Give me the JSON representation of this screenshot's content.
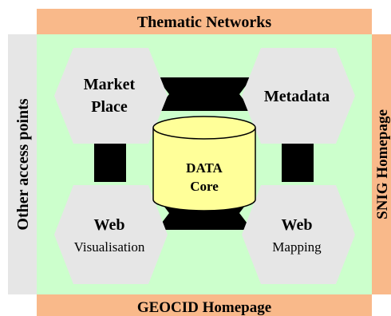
{
  "colors": {
    "frame_bar": "#F9B98A",
    "side_bar": "#E6E6E6",
    "inner_area": "#CCFFCC",
    "hexagon": "#E6E6E6",
    "connector": "#000000",
    "cylinder_fill": "#FFFF99"
  },
  "frame": {
    "top_label": "Thematic Networks",
    "bottom_label": "GEOCID Homepage",
    "left_label": "Other access points",
    "right_label": "SNIG Homepage"
  },
  "nodes": {
    "market_place": {
      "line1": "Market",
      "line2": "Place"
    },
    "metadata": {
      "line1": "Metadata"
    },
    "web_visualisation": {
      "title": "Web",
      "subtitle": "Visualisation"
    },
    "web_mapping": {
      "title": "Web",
      "subtitle": "Mapping"
    }
  },
  "core": {
    "line1": "DATA",
    "line2": "Core"
  }
}
